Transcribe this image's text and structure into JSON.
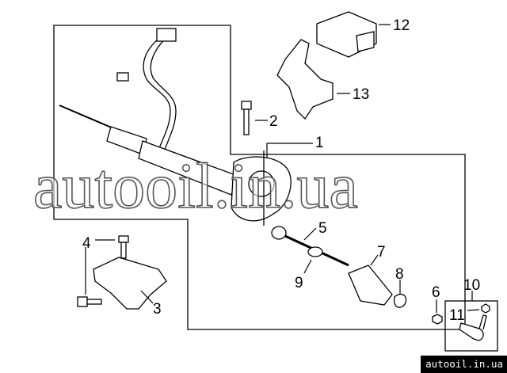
{
  "diagram": {
    "callouts": {
      "c1": "1",
      "c2": "2",
      "c3": "3",
      "c4": "4",
      "c5": "5",
      "c6": "6",
      "c7": "7",
      "c8": "8",
      "c9": "9",
      "c10": "10",
      "c11": "11",
      "c12": "12",
      "c13": "13"
    }
  },
  "watermark": "autooil.in.ua",
  "footer": "autooil.in.ua"
}
